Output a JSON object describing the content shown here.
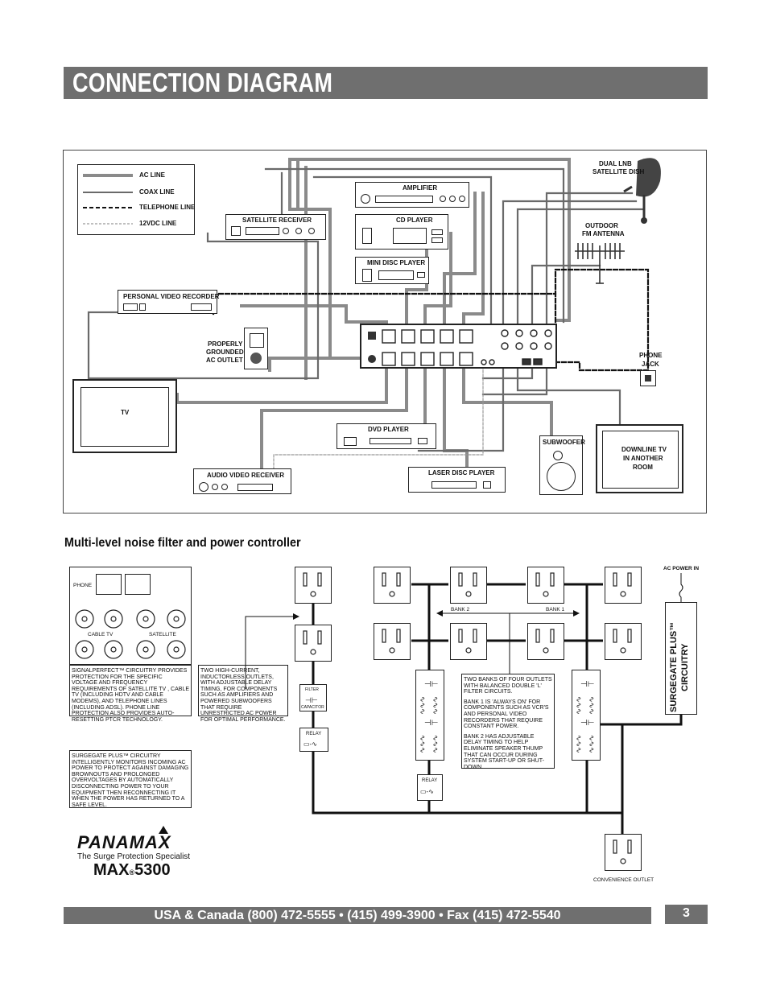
{
  "header": {
    "title": "CONNECTION DIAGRAM"
  },
  "legend": {
    "items": [
      {
        "label": "AC LINE"
      },
      {
        "label": "COAX LINE"
      },
      {
        "label": "TELEPHONE LINE"
      },
      {
        "label": "12VDC LINE"
      }
    ]
  },
  "devices": {
    "satellite_receiver": "SATELLITE RECEIVER",
    "amplifier": "AMPLIFIER",
    "cd_player": "CD PLAYER",
    "mini_disc": "MINI DISC PLAYER",
    "pvr": "PERSONAL VIDEO RECORDER",
    "dual_lnb_1": "DUAL LNB",
    "dual_lnb_2": "SATELLITE DISH",
    "antenna_1": "OUTDOOR",
    "antenna_2": "FM ANTENNA",
    "ac_outlet_1": "PROPERLY",
    "ac_outlet_2": "GROUNDED",
    "ac_outlet_3": "AC OUTLET",
    "phone_jack_1": "PHONE",
    "phone_jack_2": "JACK",
    "tv": "TV",
    "dvd": "DVD PLAYER",
    "subwoofer": "SUBWOOFER",
    "downline_1": "DOWNLINE TV",
    "downline_2": "IN ANOTHER",
    "downline_3": "ROOM",
    "av_receiver": "AUDIO VIDEO RECEIVER",
    "laser_disc": "LASER DISC PLAYER"
  },
  "subheading": "Multi-level noise filter and power controller",
  "schematic": {
    "phone": "PHONE",
    "cable_tv": "CABLE TV",
    "satellite": "SATELLITE",
    "signalperfect_note": "SIGNALPERFECT™ CIRCUITRY PROVIDES PROTECTION FOR THE SPECIFIC VOLTAGE AND FREQUENCY REQUIREMENTS OF SATELLITE TV , CABLE TV (INCLUDING HDTV AND CABLE MODEMS), AND TELEPHONE LINES (INCLUDING ADSL). PHONE LINE PROTECTION ALSO PROVIDES AUTO-RESETTING PTCR TECHNOLOGY.",
    "high_current_note": "TWO HIGH-CURRENT, INDUCTORLESS OUTLETS, WITH ADJUSTABLE DELAY TIMING, FOR COMPONENTS SUCH AS AMPLIFIERS AND POWERED SUBWOOFERS THAT REQUIRE UNRESTRICTED AC POWER FOR OPTIMAL PERFORMANCE.",
    "surgegate_note": "SURGEGATE PLUS™ CIRCUITRY INTELLIGENTLY MONITORS INCOMING AC POWER TO PROTECT AGAINST DAMAGING BROWNOUTS AND PROLONGED OVERVOLTAGES BY AUTOMATICALLY DISCONNECTING POWER TO YOUR EQUIPMENT THEN RECONNECTING IT WHEN THE POWER HAS RETURNED TO A SAFE LEVEL.",
    "banks_note_1": "TWO BANKS OF FOUR OUTLETS WITH BALANCED DOUBLE 'L' FILTER CIRCUITS.",
    "banks_note_2": "BANK 1 IS 'ALWAYS ON' FOR COMPONENTS SUCH AS VCR'S AND PERSONAL VIDEO RECORDERS THAT REQUIRE CONSTANT POWER.",
    "banks_note_3": "BANK 2 HAS ADJUSTABLE DELAY TIMING TO HELP ELIMINATE SPEAKER THUMP THAT CAN OCCUR DURING SYSTEM START-UP OR SHUT-DOWN.",
    "filter": "FILTER",
    "capacitor": "CAPACITOR",
    "relay": "RELAY",
    "bank2": "BANK 2",
    "bank1": "BANK 1",
    "ac_power_in": "AC POWER IN",
    "surgegate_vertical": "SURGEGATE PLUS™",
    "circuitry_vertical": "CIRCUITRY",
    "convenience": "CONVENIENCE OUTLET"
  },
  "brand": {
    "logo": "PANAMAX",
    "tagline": "The Surge Protection Specialist",
    "model_prefix": "MAX",
    "model_reg": "®",
    "model_number": "5300"
  },
  "footer": {
    "contact": "USA & Canada (800) 472-5555  •  (415) 499-3900  •  Fax (415) 472-5540",
    "page": "3"
  }
}
